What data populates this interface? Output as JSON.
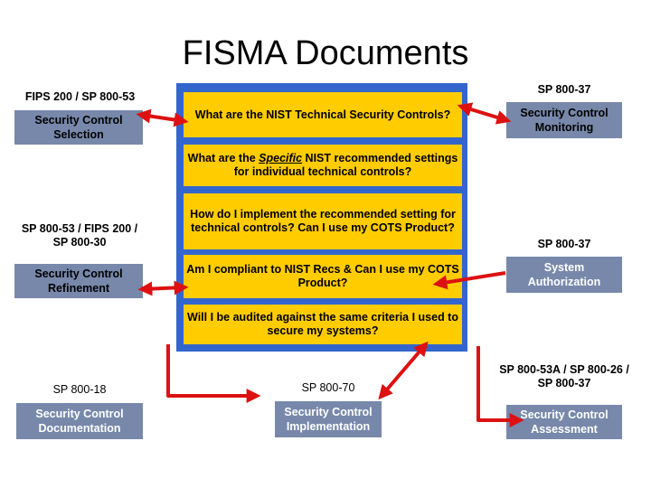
{
  "title": "FISMA Documents",
  "questions": {
    "q1": "What are the NIST Technical Security Controls?",
    "q2_pre": "What are the ",
    "q2_em": "Specific",
    "q2_post": " NIST recommended settings for individual technical controls?",
    "q3": "How do I implement the recommended setting for technical controls? Can I use my COTS Product?",
    "q4": "Am I compliant to NIST Recs & Can I use my COTS Product?",
    "q5": "Will I be audited against the same criteria I used to secure my systems?"
  },
  "left": {
    "top_label": "FIPS 200 / SP 800-53",
    "top_box": "Security Control Selection",
    "mid_label": "SP 800-53 / FIPS 200 / SP 800-30",
    "mid_box": "Security Control Refinement"
  },
  "right": {
    "top_label": "SP 800-37",
    "top_box": "Security Control Monitoring",
    "mid_label": "SP 800-37",
    "mid_box": "System Authorization",
    "bot_label": "SP 800-53A / SP 800-26 / SP 800-37",
    "bot_box": "Security Control Assessment"
  },
  "bottom": {
    "left_label": "SP 800-18",
    "left_box": "Security Control Documentation",
    "mid_label": "SP 800-70",
    "mid_box": "Security Control Implementation"
  },
  "colors": {
    "panel": "#3366cc",
    "question_box": "#ffcc00",
    "document_box": "#7788aa",
    "arrow": "#dd1111"
  }
}
